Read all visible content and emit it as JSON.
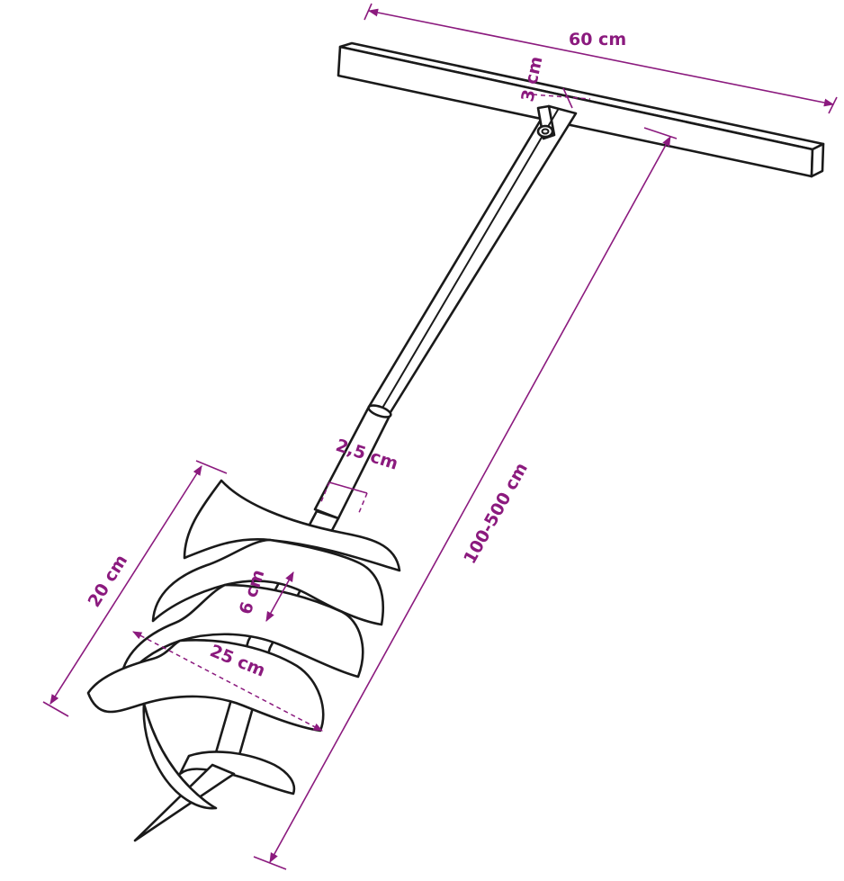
{
  "colors": {
    "dimension": "#8b1a7e",
    "outline": "#1a1a1a",
    "background": "#ffffff"
  },
  "dimensions": {
    "handle_width": "60 cm",
    "handle_thickness": "3 cm",
    "total_length": "100-500 cm",
    "shaft_diameter": "2,5 cm",
    "auger_length": "20 cm",
    "flight_pitch": "6 cm",
    "auger_diameter": "25 cm"
  }
}
